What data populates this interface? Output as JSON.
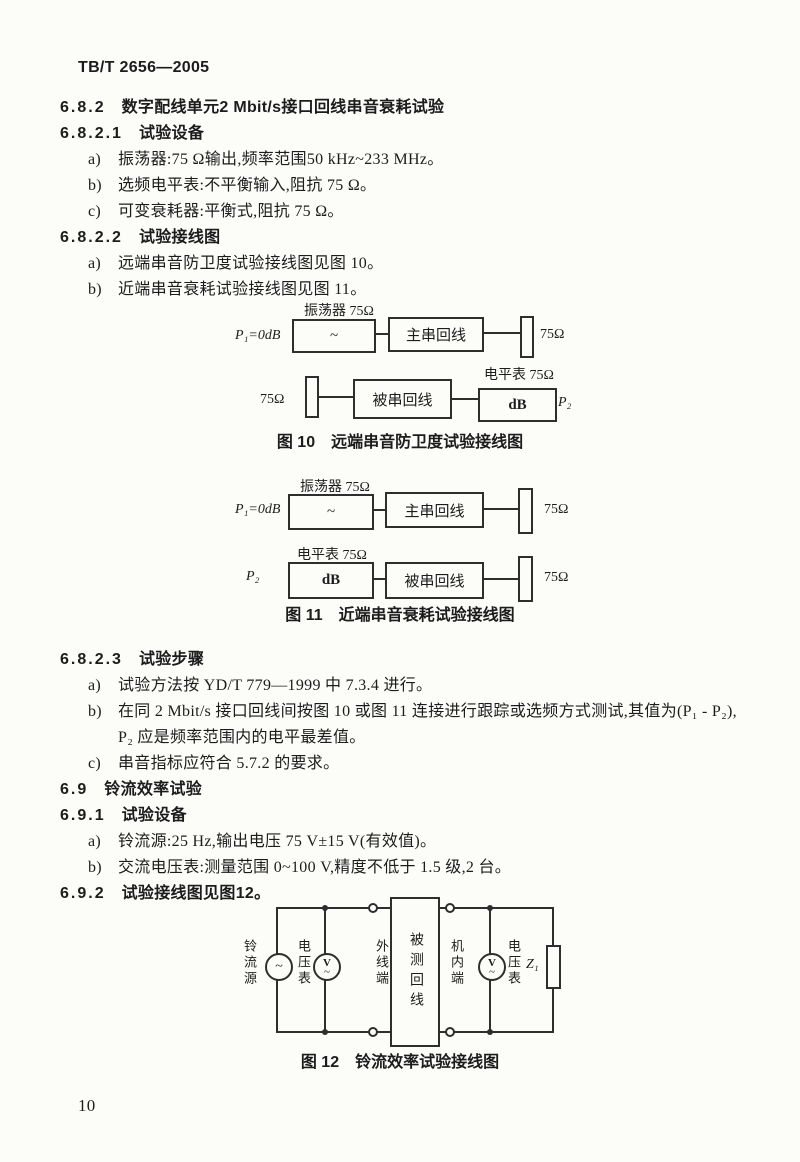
{
  "doc": {
    "header": "TB/T 2656—2005",
    "page_number": "10"
  },
  "sections": {
    "s682": {
      "num": "6.8.2",
      "title": "数字配线单元2 Mbit/s接口回线串音衰耗试验"
    },
    "s6821": {
      "num": "6.8.2.1",
      "title": "试验设备",
      "items": [
        {
          "tag": "a)",
          "text": "振荡器:75 Ω输出,频率范围50 kHz~233 MHz。"
        },
        {
          "tag": "b)",
          "text": "选频电平表:不平衡输入,阻抗 75 Ω。"
        },
        {
          "tag": "c)",
          "text": "可变衰耗器:平衡式,阻抗 75 Ω。"
        }
      ]
    },
    "s6822": {
      "num": "6.8.2.2",
      "title": "试验接线图",
      "items": [
        {
          "tag": "a)",
          "text": "远端串音防卫度试验接线图见图 10。"
        },
        {
          "tag": "b)",
          "text": "近端串音衰耗试验接线图见图 11。"
        }
      ]
    },
    "s6823": {
      "num": "6.8.2.3",
      "title": "试验步骤",
      "items": [
        {
          "tag": "a)",
          "text": "试验方法按 YD/T 779—1999 中 7.3.4 进行。"
        },
        {
          "tag": "b)",
          "text": "在同 2 Mbit/s 接口回线间按图 10 或图 11 连接进行跟踪或选频方式测试,其值为(P₁ - P₂),",
          "text2": "P₂ 应是频率范围内的电平最差值。"
        },
        {
          "tag": "c)",
          "text": "串音指标应符合 5.7.2 的要求。"
        }
      ]
    },
    "s69": {
      "num": "6.9",
      "title": "铃流效率试验"
    },
    "s691": {
      "num": "6.9.1",
      "title": "试验设备",
      "items": [
        {
          "tag": "a)",
          "text": "铃流源:25 Hz,输出电压 75 V±15 V(有效值)。"
        },
        {
          "tag": "b)",
          "text": "交流电压表:测量范围 0~100 V,精度不低于 1.5 级,2 台。"
        }
      ]
    },
    "s692": {
      "num": "6.9.2",
      "title": "试验接线图见图12。"
    }
  },
  "fig10": {
    "label": "图 10",
    "title": "远端串音防卫度试验接线图",
    "row1": {
      "device": "振荡器 75Ω",
      "left": "P₁=0dB",
      "osc": "~",
      "main": "主串回线",
      "right": "75Ω"
    },
    "row2": {
      "device": "电平表 75Ω",
      "left": "75Ω",
      "loop": "被串回线",
      "meter": "dB",
      "right": "P₂"
    }
  },
  "fig11": {
    "label": "图 11",
    "title": "近端串音衰耗试验接线图",
    "row1": {
      "device": "振荡器 75Ω",
      "left": "P₁=0dB",
      "osc": "~",
      "main": "主串回线",
      "right": "75Ω"
    },
    "row2": {
      "device": "电平表 75Ω",
      "left": "P₂",
      "meter": "dB",
      "loop": "被串回线",
      "right": "75Ω"
    }
  },
  "fig12": {
    "label": "图 12",
    "title": "铃流效率试验接线图",
    "source_label": "铃流源",
    "source_symbol": "~",
    "voltmeter_label_left": "电压表",
    "voltmeter_label_right": "电压表",
    "voltmeter_symbol": "V",
    "voltmeter_wave": "~",
    "outer_label": "外线端",
    "inner_label": "机内端",
    "dut_label": "被测回线",
    "impedance_label": "Z₁"
  }
}
